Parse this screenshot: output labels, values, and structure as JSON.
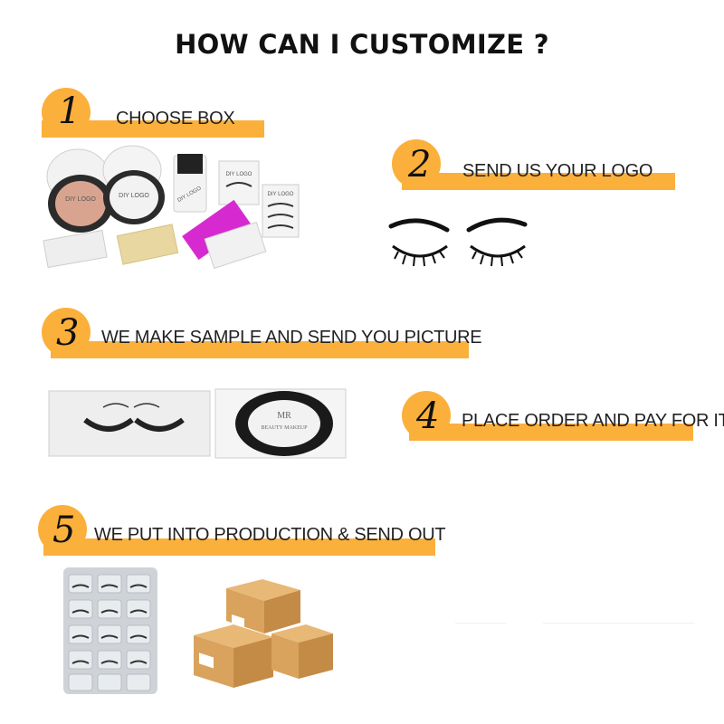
{
  "page": {
    "title": "HOW CAN I CUSTOMIZE ?"
  },
  "steps": [
    {
      "number": "1",
      "label": "CHOOSE BOX"
    },
    {
      "number": "2",
      "label": "SEND US YOUR LOGO"
    },
    {
      "number": "3",
      "label": "WE MAKE SAMPLE AND SEND YOU PICTURE"
    },
    {
      "number": "4",
      "label": "PLACE ORDER AND PAY FOR IT"
    },
    {
      "number": "5",
      "label": "WE PUT INTO PRODUCTION & SEND OUT"
    }
  ],
  "images": {
    "box_logo_text": "DIY LOGO",
    "sample_brand_line1": "MR",
    "sample_brand_line2": "BEAUTY MAKEUP"
  },
  "colors": {
    "accent": "#fbb03b",
    "magenta": "#d62ad0",
    "kraft": "#d9a35e"
  }
}
